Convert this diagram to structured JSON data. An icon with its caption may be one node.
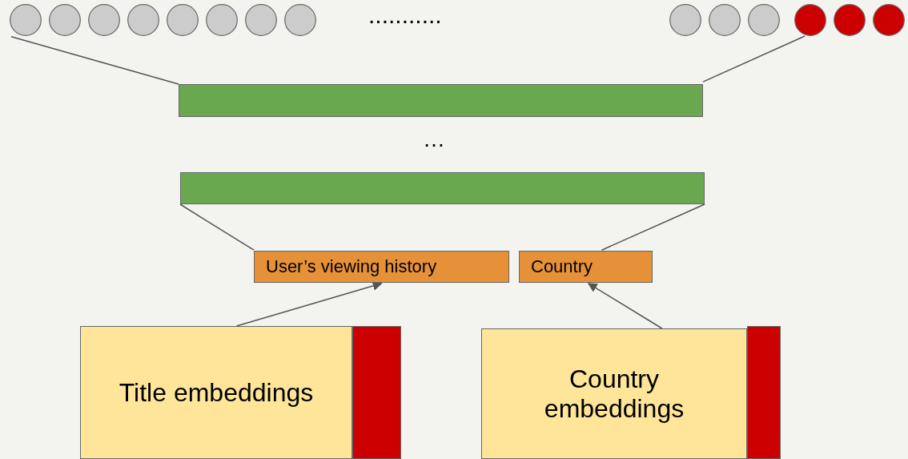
{
  "diagram": {
    "nodes": [
      {
        "text": [],
        "shape": "circle"
      },
      {
        "text": [],
        "shape": "circle"
      },
      {
        "text": [],
        "shape": "circle"
      },
      {
        "text": [],
        "shape": "circle"
      },
      {
        "text": [],
        "shape": "circle"
      },
      {
        "text": [],
        "shape": "circle"
      },
      {
        "text": [],
        "shape": "circle"
      },
      {
        "text": [],
        "shape": "circle"
      },
      {
        "text": [],
        "shape": "circle"
      },
      {
        "text": [],
        "shape": "circle"
      },
      {
        "text": [],
        "shape": "circle"
      },
      {
        "text": [],
        "shape": "circle"
      },
      {
        "text": [],
        "shape": "circle"
      },
      {
        "text": [],
        "shape": "circle"
      },
      {
        "text": [],
        "shape": "bar"
      },
      {
        "text": [],
        "shape": "bar"
      },
      {
        "text": [
          "User’s viewing history"
        ]
      },
      {
        "text": [
          "Country"
        ]
      },
      {
        "text": [
          "Title embeddings"
        ]
      },
      {
        "text": [],
        "shape": "bar"
      },
      {
        "text": [
          "Country embeddings"
        ]
      },
      {
        "text": [],
        "shape": "bar"
      }
    ],
    "edges": [
      {
        "from": 0,
        "to": 14,
        "arrow": "none"
      },
      {
        "from": 11,
        "to": 14,
        "arrow": "none"
      },
      {
        "from": 15,
        "to": 16,
        "arrow": "none"
      },
      {
        "from": 15,
        "to": 17,
        "arrow": "none"
      },
      {
        "from": 18,
        "to": 16,
        "arrow": "to"
      },
      {
        "from": 20,
        "to": 17,
        "arrow": "to"
      }
    ],
    "labels": [
      "...........",
      "…"
    ]
  }
}
